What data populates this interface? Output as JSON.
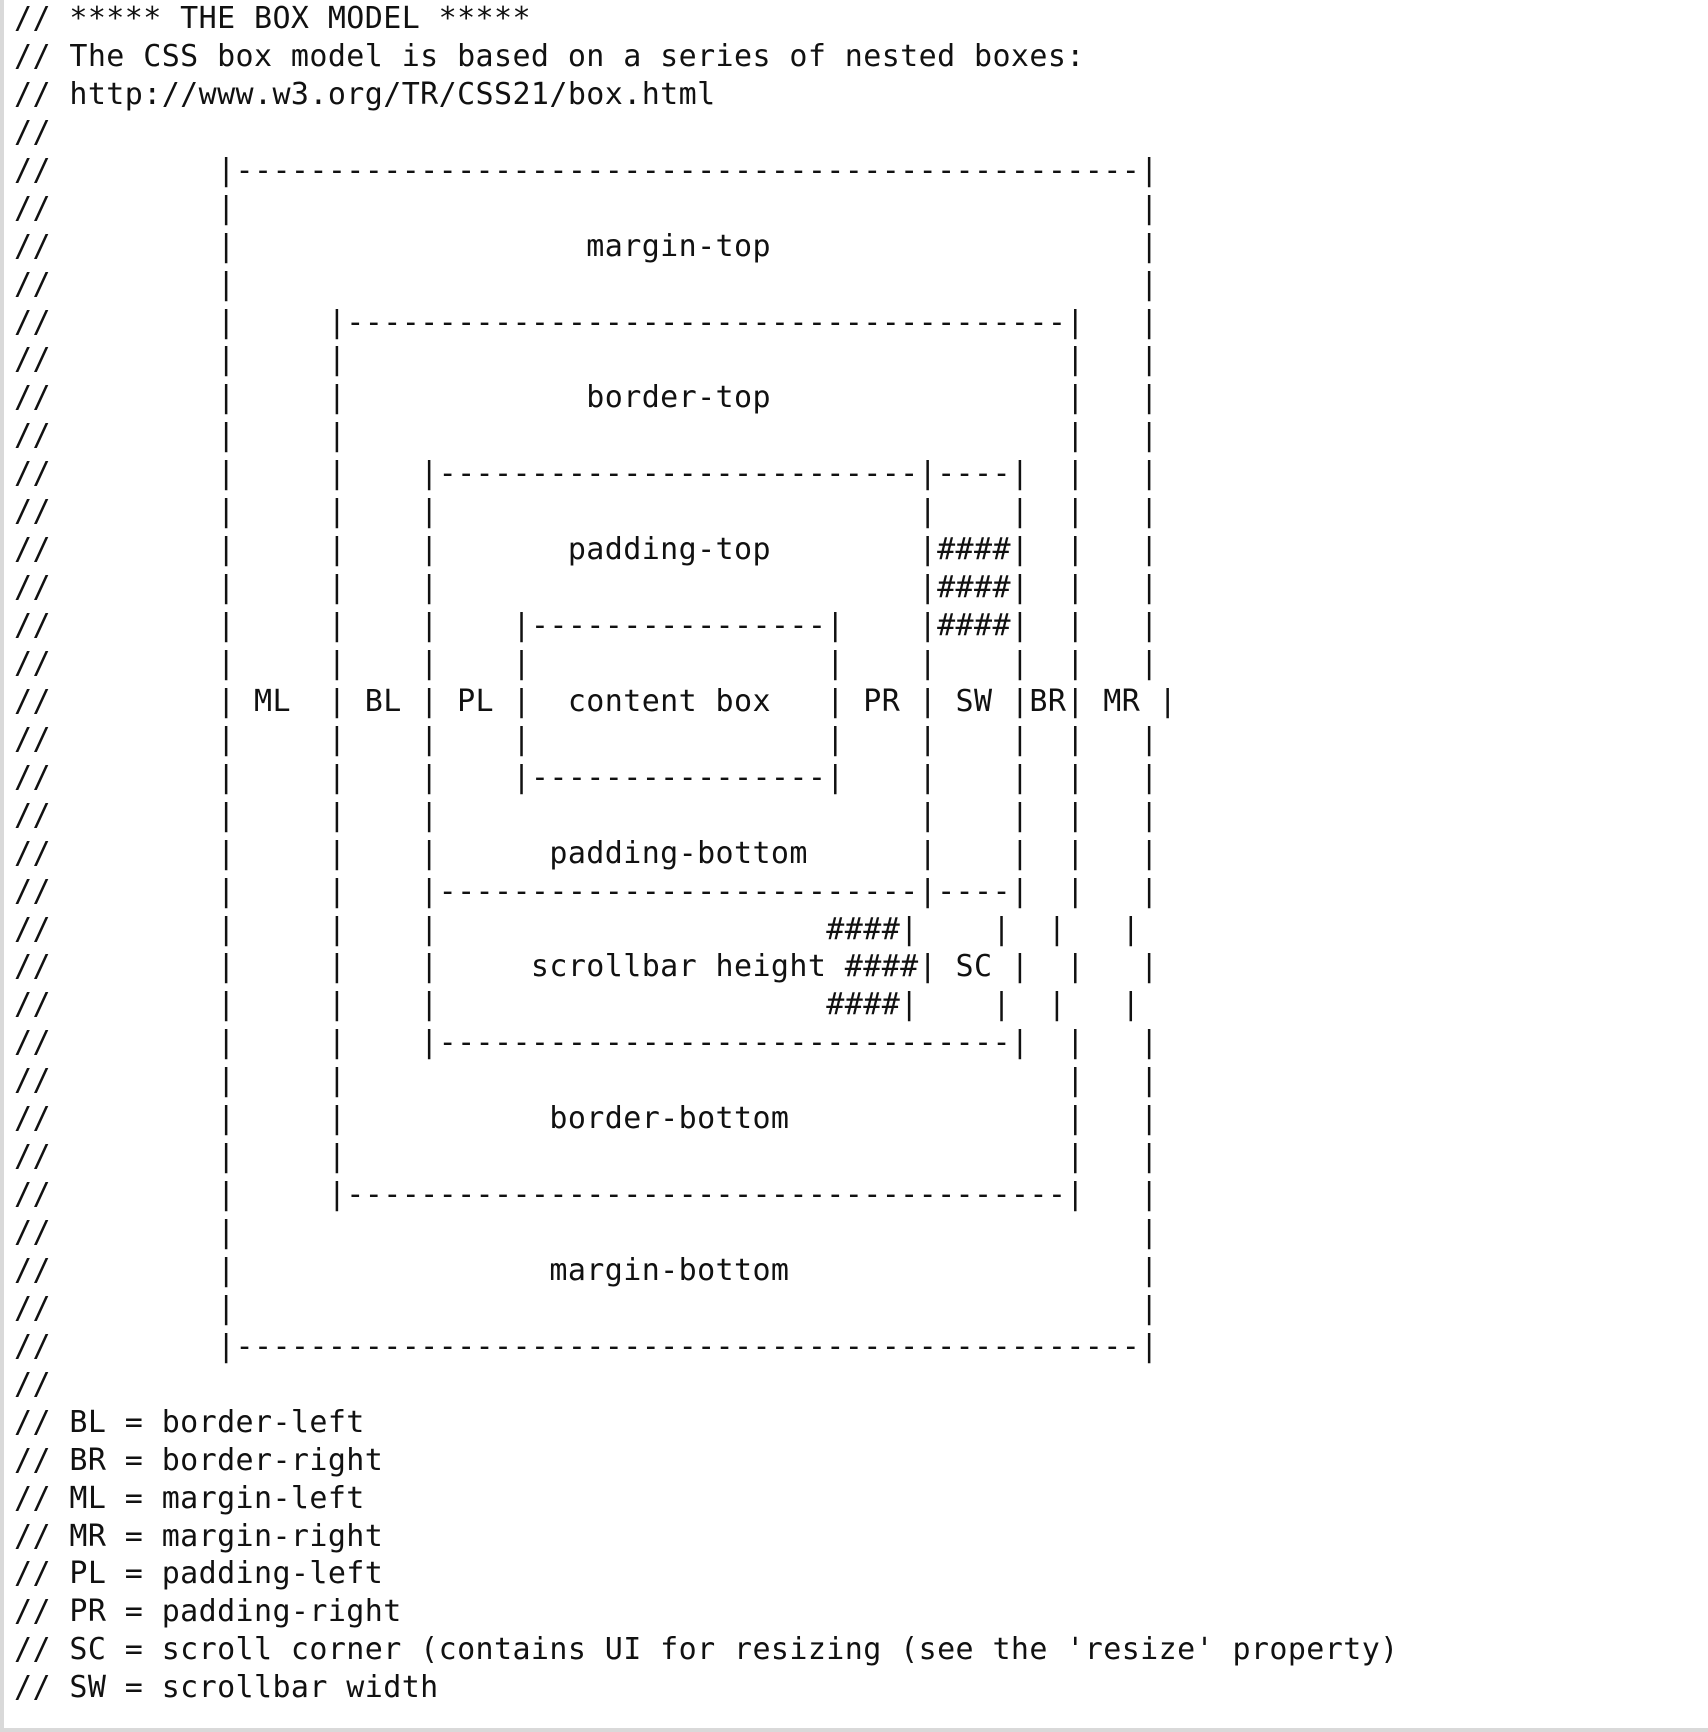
{
  "document": {
    "lines": [
      "// ***** THE BOX MODEL *****",
      "// The CSS box model is based on a series of nested boxes:",
      "// http://www.w3.org/TR/CSS21/box.html",
      "//",
      "//         |-------------------------------------------------|",
      "//         |                                                 |",
      "//         |                   margin-top                    |",
      "//         |                                                 |",
      "//         |     |---------------------------------------|   |",
      "//         |     |                                       |   |",
      "//         |     |             border-top                |   |",
      "//         |     |                                       |   |",
      "//         |     |    |--------------------------|----|  |   |",
      "//         |     |    |                          |    |  |   |",
      "//         |     |    |       padding-top        |####|  |   |",
      "//         |     |    |                          |####|  |   |",
      "//         |     |    |    |----------------|    |####|  |   |",
      "//         |     |    |    |                |    |    |  |   |",
      "//         | ML  | BL | PL |  content box   | PR | SW |BR| MR |",
      "//         |     |    |    |                |    |    |  |   |",
      "//         |     |    |    |----------------|    |    |  |   |",
      "//         |     |    |                          |    |  |   |",
      "//         |     |    |      padding-bottom      |    |  |   |",
      "//         |     |    |--------------------------|----|  |   |",
      "//         |     |    |                     ####|    |  |   |",
      "//         |     |    |     scrollbar height ####| SC |  |   |",
      "//         |     |    |                     ####|    |  |   |",
      "//         |     |    |-------------------------------|  |   |",
      "//         |     |                                       |   |",
      "//         |     |           border-bottom               |   |",
      "//         |     |                                       |   |",
      "//         |     |---------------------------------------|   |",
      "//         |                                                 |",
      "//         |                 margin-bottom                   |",
      "//         |                                                 |",
      "//         |-------------------------------------------------|",
      "//",
      "// BL = border-left",
      "// BR = border-right",
      "// ML = margin-left",
      "// MR = margin-right",
      "// PL = padding-left",
      "// PR = padding-right",
      "// SC = scroll corner (contains UI for resizing (see the 'resize' property)",
      "// SW = scrollbar width"
    ]
  }
}
